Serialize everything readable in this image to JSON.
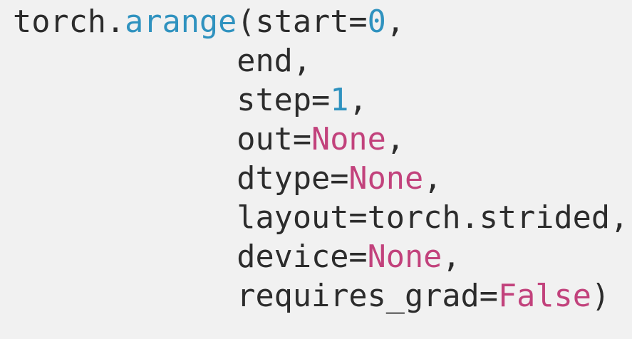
{
  "code": {
    "language": "python",
    "background_color": "#f1f1f1",
    "colors": {
      "default_text": "#2c2c2c",
      "function_name": "#2f92bf",
      "number_literal": "#2f92bf",
      "keyword_constant": "#c2427c"
    },
    "full_text": "torch.arange(start=0,\n             end,\n             step=1,\n             out=None,\n             dtype=None,\n             layout=torch.strided,\n             device=None,\n             requires_grad=False)",
    "lines": [
      {
        "index": 0,
        "tokens": [
          {
            "text": "torch.",
            "kind": "default"
          },
          {
            "text": "arange",
            "kind": "func"
          },
          {
            "text": "(start=",
            "kind": "default"
          },
          {
            "text": "0",
            "kind": "number"
          },
          {
            "text": ",",
            "kind": "default"
          }
        ]
      },
      {
        "index": 1,
        "tokens": [
          {
            "text": "            ",
            "kind": "indent"
          },
          {
            "text": "end,",
            "kind": "default"
          }
        ]
      },
      {
        "index": 2,
        "tokens": [
          {
            "text": "            ",
            "kind": "indent"
          },
          {
            "text": "step=",
            "kind": "default"
          },
          {
            "text": "1",
            "kind": "number"
          },
          {
            "text": ",",
            "kind": "default"
          }
        ]
      },
      {
        "index": 3,
        "tokens": [
          {
            "text": "            ",
            "kind": "indent"
          },
          {
            "text": "out=",
            "kind": "default"
          },
          {
            "text": "None",
            "kind": "const"
          },
          {
            "text": ",",
            "kind": "default"
          }
        ]
      },
      {
        "index": 4,
        "tokens": [
          {
            "text": "            ",
            "kind": "indent"
          },
          {
            "text": "dtype=",
            "kind": "default"
          },
          {
            "text": "None",
            "kind": "const"
          },
          {
            "text": ",",
            "kind": "default"
          }
        ]
      },
      {
        "index": 5,
        "tokens": [
          {
            "text": "            ",
            "kind": "indent"
          },
          {
            "text": "layout=torch.strided,",
            "kind": "default"
          }
        ]
      },
      {
        "index": 6,
        "tokens": [
          {
            "text": "            ",
            "kind": "indent"
          },
          {
            "text": "device=",
            "kind": "default"
          },
          {
            "text": "None",
            "kind": "const"
          },
          {
            "text": ",",
            "kind": "default"
          }
        ]
      },
      {
        "index": 7,
        "tokens": [
          {
            "text": "            ",
            "kind": "indent"
          },
          {
            "text": "requires_grad=",
            "kind": "default"
          },
          {
            "text": "False",
            "kind": "const"
          },
          {
            "text": ")",
            "kind": "default"
          }
        ]
      }
    ]
  }
}
